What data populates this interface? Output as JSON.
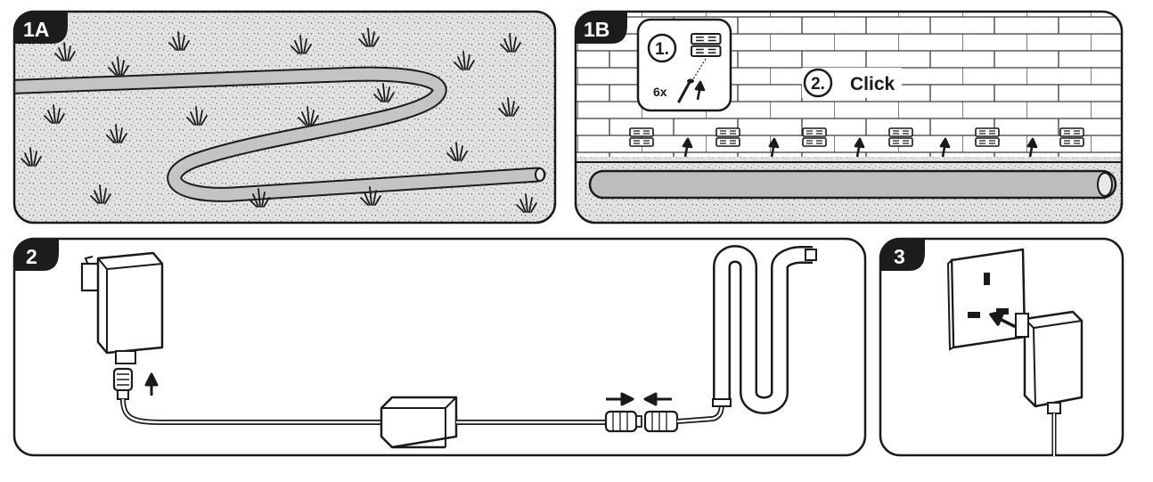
{
  "panels": {
    "p1a": {
      "badge": "1A"
    },
    "p1b": {
      "badge": "1B",
      "step1_num": "1.",
      "step1_qty": "6x",
      "step2_num": "2.",
      "step2_label": "Click"
    },
    "p2": {
      "badge": "2"
    },
    "p3": {
      "badge": "3"
    }
  },
  "colors": {
    "outline": "#1a1a1a",
    "badge_bg": "#1c1c1c",
    "badge_text": "#ffffff",
    "gravel": "#d9d9d9",
    "tube": "#bdbdbd",
    "wall": "#ffffff"
  },
  "icons": {
    "clip": "clip-icon",
    "screw": "screw-icon",
    "arrow": "arrow-up-icon",
    "grass": "grass-tuft-icon"
  }
}
